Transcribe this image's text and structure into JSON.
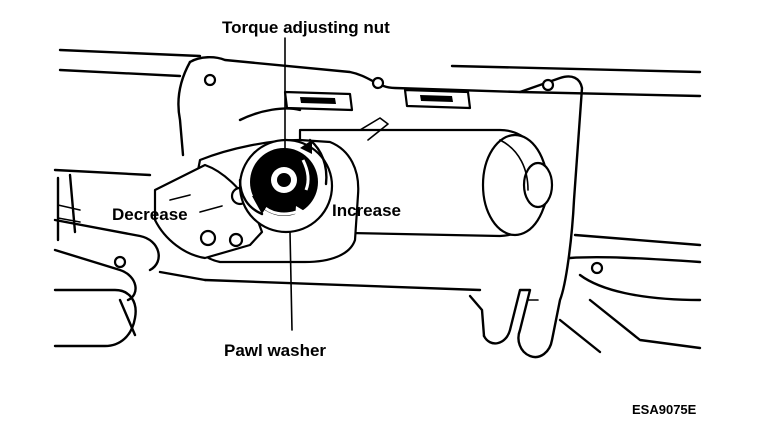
{
  "labels": {
    "torque_nut": "Torque adjusting nut",
    "decrease": "Decrease",
    "increase": "Increase",
    "pawl_washer": "Pawl washer"
  },
  "figure_code": "ESA9075E"
}
